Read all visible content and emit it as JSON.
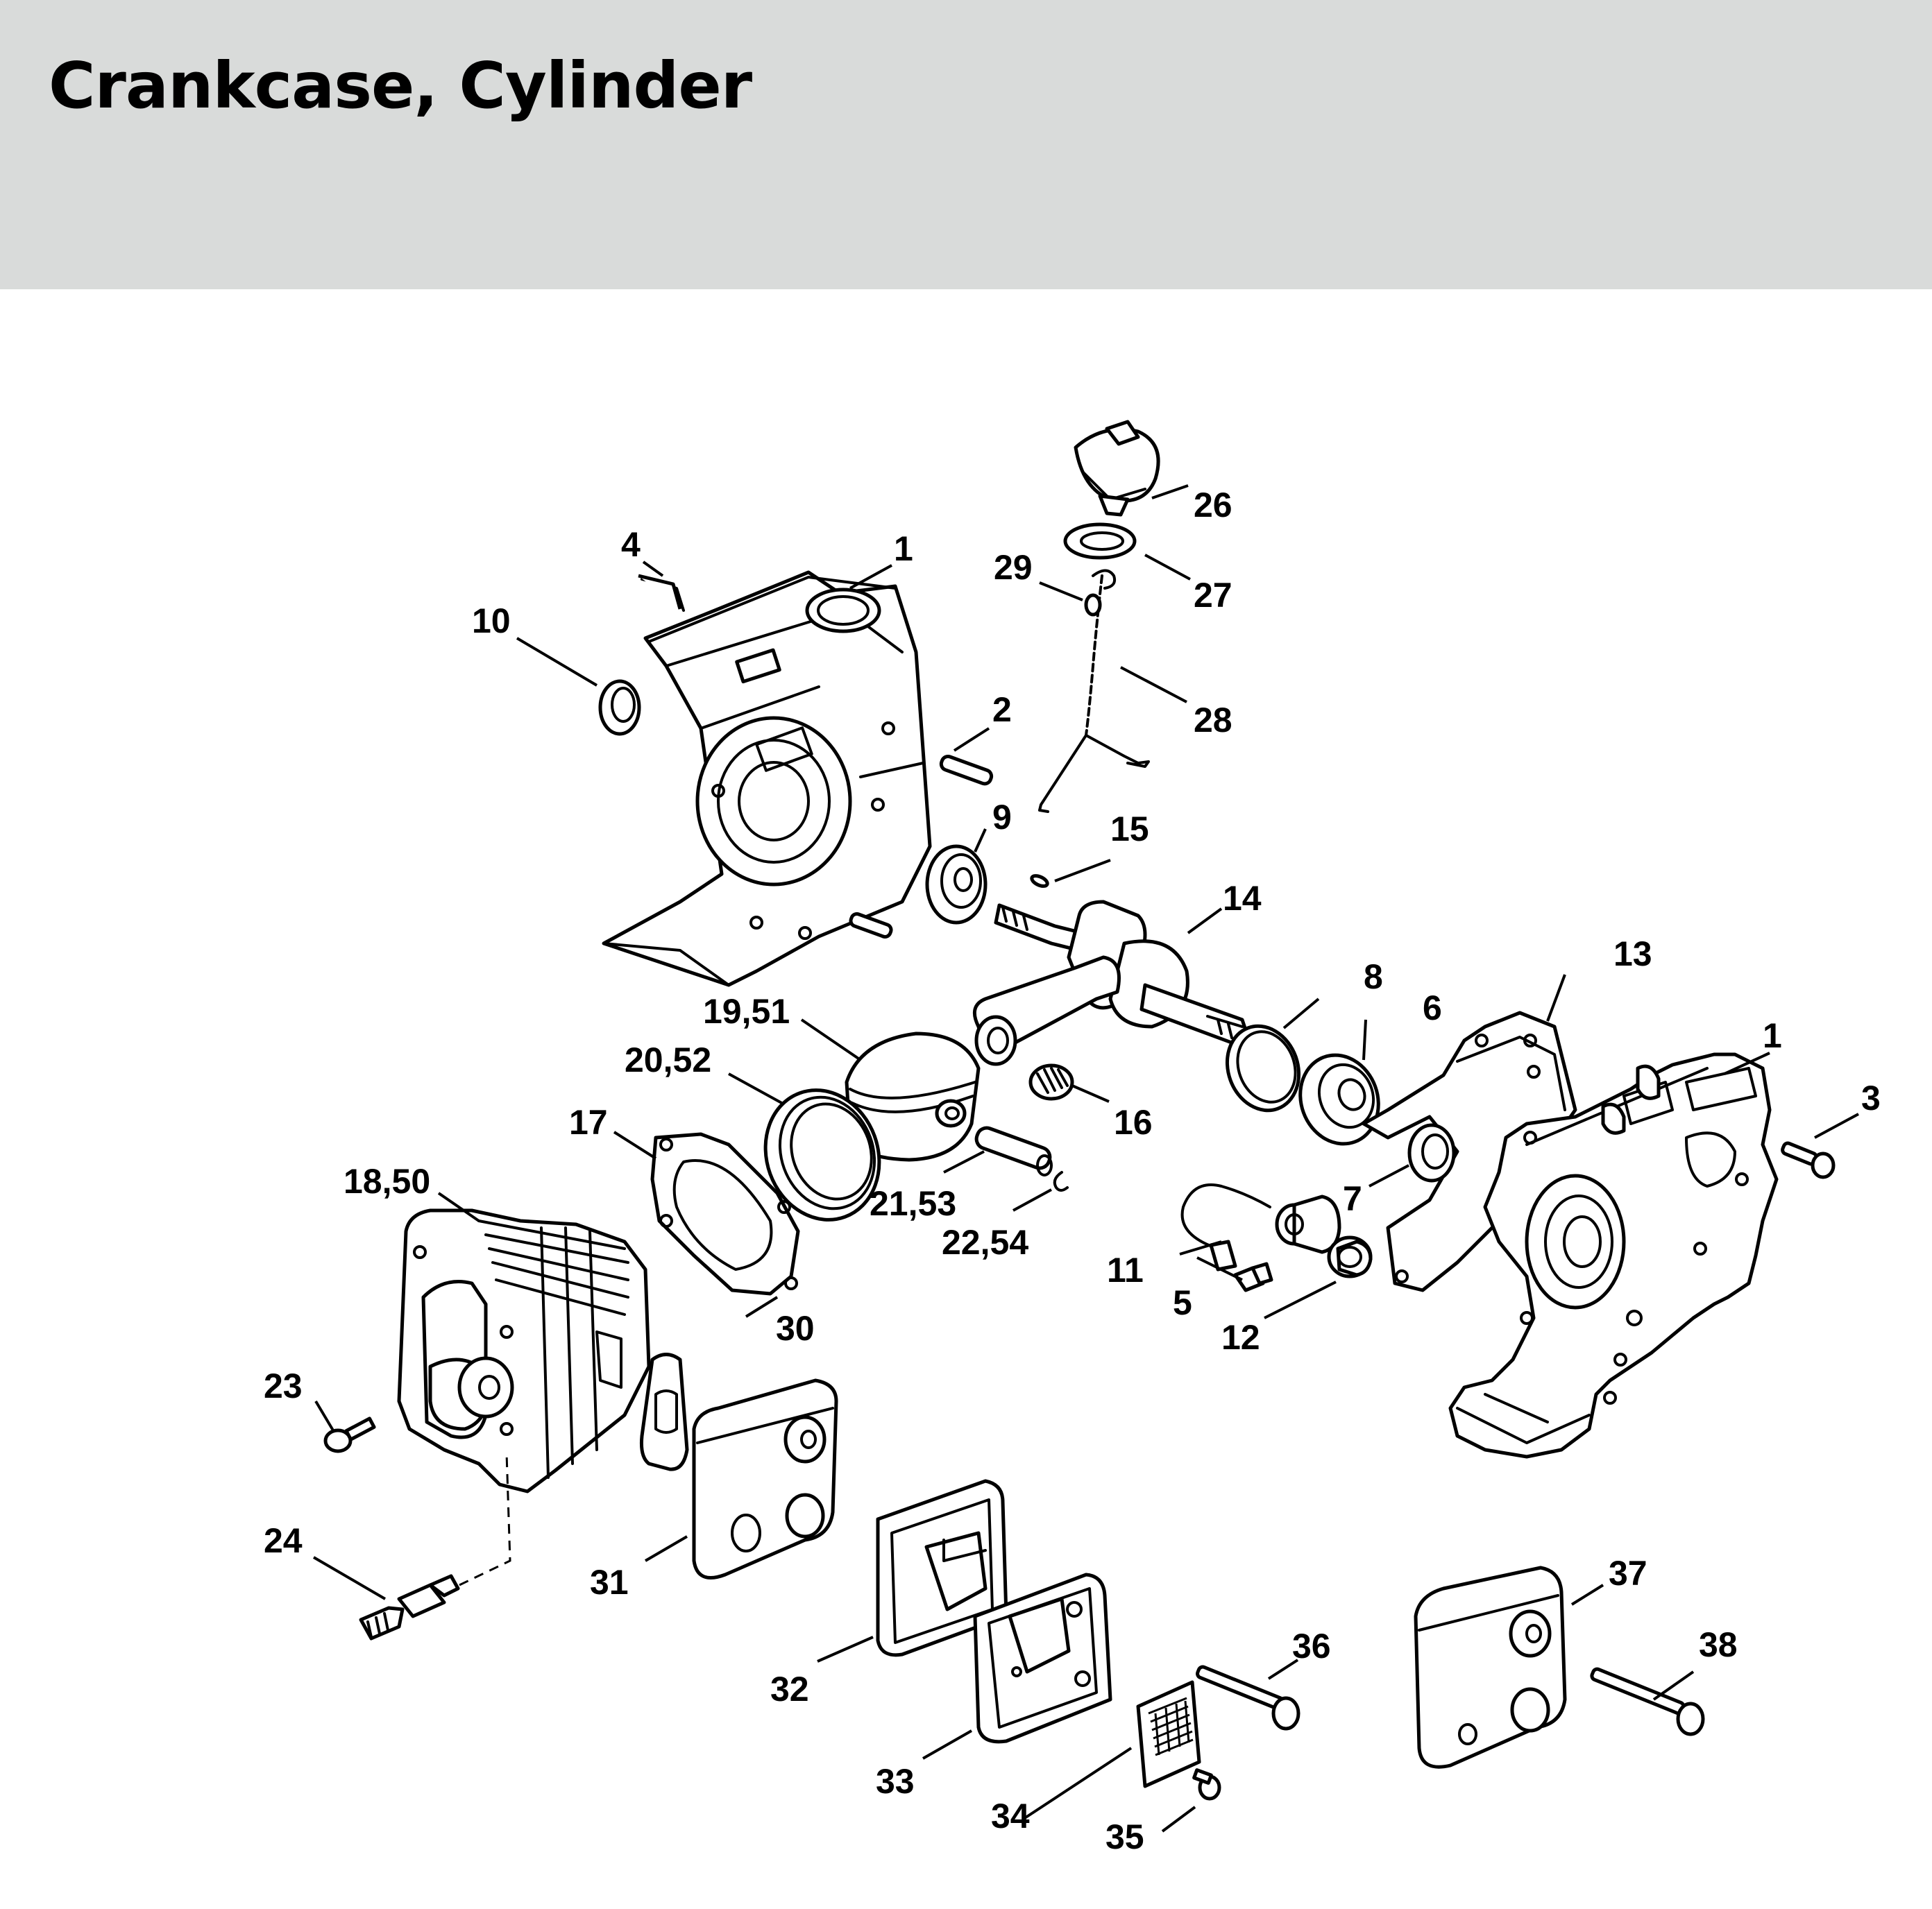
{
  "page": {
    "title": "Crankcase, Cylinder"
  },
  "callouts": {
    "c1a": "1",
    "c1b": "1",
    "c2": "2",
    "c3": "3",
    "c4": "4",
    "c5": "5",
    "c6": "6",
    "c7": "7",
    "c8": "8",
    "c9": "9",
    "c10": "10",
    "c11": "11",
    "c12": "12",
    "c13": "13",
    "c14": "14",
    "c15": "15",
    "c16": "16",
    "c17": "17",
    "c18": "18,50",
    "c19": "19,51",
    "c20": "20,52",
    "c21": "21,53",
    "c22": "22,54",
    "c23": "23",
    "c24": "24",
    "c26": "26",
    "c27": "27",
    "c28": "28",
    "c29": "29",
    "c30": "30",
    "c31": "31",
    "c32": "32",
    "c33": "33",
    "c34": "34",
    "c35": "35",
    "c36": "36",
    "c37": "37",
    "c38": "38"
  }
}
